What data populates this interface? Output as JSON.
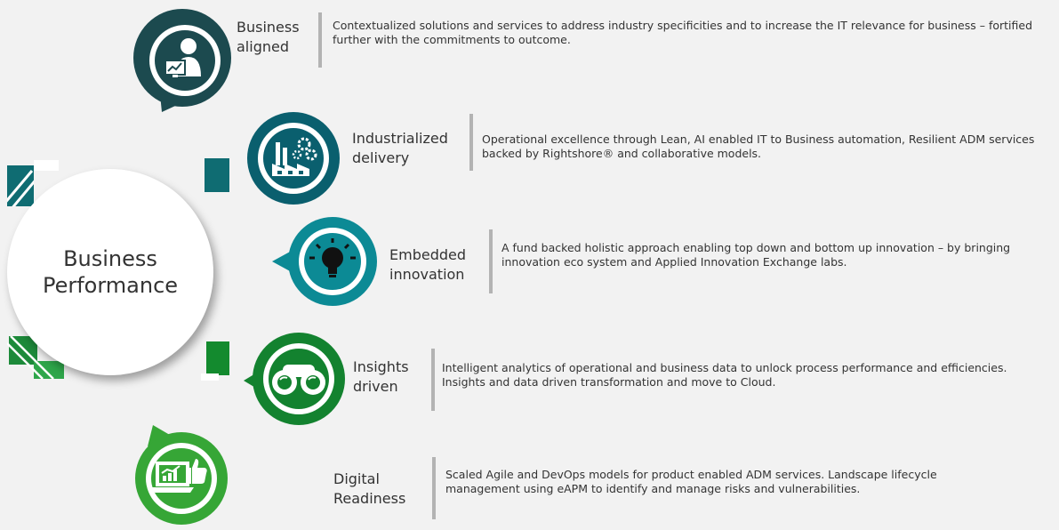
{
  "center": {
    "title": "Business\nPerformance"
  },
  "items": [
    {
      "title": "Business\naligned",
      "description": "Contextualized solutions and services to address industry specificities and to increase the IT relevance for business – fortified further with the commitments to outcome.",
      "icon": "business-person-icon",
      "color": "#1c4a4f"
    },
    {
      "title": "Industrialized\ndelivery",
      "description": "Operational excellence through Lean, AI enabled IT to Business automation, Resilient ADM services backed by Rightshore® and collaborative models.",
      "icon": "factory-gears-icon",
      "color": "#0a5f6e"
    },
    {
      "title": "Embedded\ninnovation",
      "description": "A fund backed holistic approach enabling top down and bottom up innovation – by bringing innovation eco system and Applied Innovation Exchange labs.",
      "icon": "lightbulb-icon",
      "color": "#0c8a95"
    },
    {
      "title": "Insights\ndriven",
      "description": "Intelligent analytics of operational and business data to unlock process performance and efficiencies. Insights and data driven transformation and move to Cloud.",
      "icon": "binoculars-icon",
      "color": "#13822f"
    },
    {
      "title": "Digital\nReadiness",
      "description": "Scaled Agile and DevOps models for product enabled ADM services. Landscape lifecycle management using eAPM to identify and manage risks and vulnerabilities.",
      "icon": "laptop-thumbs-up-icon",
      "color": "#36a636"
    }
  ]
}
